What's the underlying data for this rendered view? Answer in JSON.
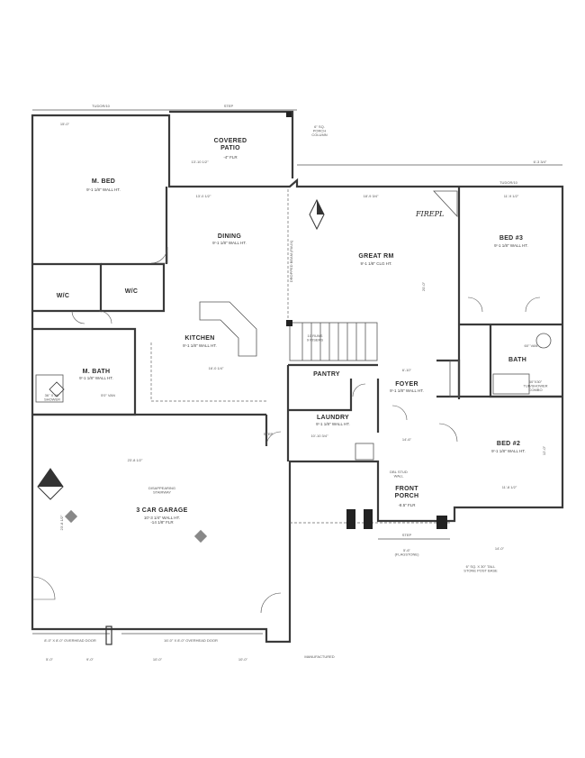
{
  "rooms": {
    "m_bed": {
      "name": "M. BED",
      "sub": "9'-1 1/8\" WALL HT."
    },
    "covered_patio": {
      "name": "COVERED\nPATIO",
      "sub": "-4\" FLR"
    },
    "dining": {
      "name": "DINING",
      "sub": "9'-1 1/8\" WALL HT."
    },
    "great_rm": {
      "name": "GREAT RM",
      "sub": "9'-1 1/8\" CLG HT."
    },
    "bed3": {
      "name": "BED #3",
      "sub": "9'-1 1/8\" WALL HT."
    },
    "wic1": {
      "name": "W/C",
      "sub": ""
    },
    "wic2": {
      "name": "W/C",
      "sub": ""
    },
    "kitchen": {
      "name": "KITCHEN",
      "sub": "9'-1 1/8\" WALL HT."
    },
    "m_bath": {
      "name": "M. BATH",
      "sub": "9'-1 1/8\" WALL HT."
    },
    "pantry": {
      "name": "PANTRY",
      "sub": ""
    },
    "laundry": {
      "name": "LAUNDRY",
      "sub": "9'-1 1/8\" WALL HT."
    },
    "foyer": {
      "name": "FOYER",
      "sub": "9'-1 1/8\" WALL HT."
    },
    "bath": {
      "name": "BATH",
      "sub": ""
    },
    "bed2": {
      "name": "BED #2",
      "sub": "9'-1 1/8\" WALL HT."
    },
    "front_porch": {
      "name": "FRONT\nPORCH",
      "sub": "-8.5\" FLR"
    },
    "garage": {
      "name": "3 CAR GARAGE",
      "sub": "10'-3 1/4\" WALL HT.\n-14 1/8\" FLR"
    }
  },
  "notes": {
    "step_top": "STEP",
    "porch_column": "6\" SQ.\nPORCH\nCOLUMN",
    "dropped_beam": "DROPPED BEAM (FAUX)",
    "fireplace": "FIREPL",
    "stairs": "10 RUNS\n9 RISERS",
    "disappearing_stair": "DISAPPEARING\nSTAIRWAY",
    "overhead_door_1": "8'-0\" X 8'-0\" OVERHEAD DOOR",
    "overhead_door_2": "16'-0\" X 8'-0\" OVERHEAD DOOR",
    "step_porch": "STEP",
    "flagstone": "5'-6\"\n(FLAGSTONE)",
    "stone_post": "6\" SQ. X 30\" TALL\nSTONE POST BASE",
    "manufactured": "MANUFACTURED",
    "stud_wall": "DBL STUD\nWALL",
    "step_garage": "STEP",
    "shower": "36\" X 36\"\nSHOWER",
    "tub_shower": "60\"X30\"\nTUB/SHOWER\nCOMBO",
    "van_mbath": "5'0\" VAN",
    "van_bath": "60\" VAN"
  },
  "dimensions": {
    "top_center": "TUDOR/10",
    "top_right": "TUDOR/10",
    "mbed_w": "15'-0\"",
    "patio_w": "13'-10 1/2\"",
    "dining_w": "13'-0 1/2\"",
    "great_w": "18'-9 3/4\"",
    "bed3_w": "11'-9 1/2\"",
    "right_total": "6'-3 3/4\"",
    "garage_w": "23'-8 1/2\"",
    "garage_h": "23'-8 1/2\"",
    "kitchen_w": "16'-0 1/4\"",
    "great_h": "20'-0\"",
    "foyer_w": "6'-10\"",
    "bed2_w": "11'-8 1/2\"",
    "bed2_h": "12'-0\"",
    "porch_w": "14'-6\"",
    "bottom_left_1": "5'-0\"",
    "bottom_left_2": "9'-0\"",
    "bottom_mid": "10'-0\"",
    "bottom_right": "10'-0\"",
    "right_bottom": "14'-0\"",
    "laundry_w": "10'-10 3/4\""
  }
}
